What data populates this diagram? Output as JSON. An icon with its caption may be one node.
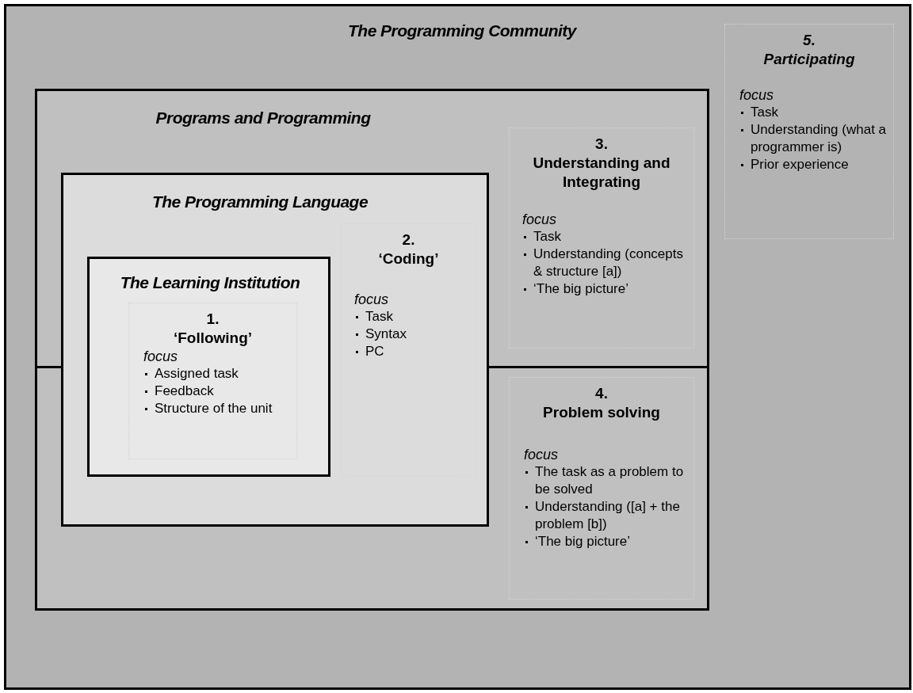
{
  "diagram": {
    "nodes": [
      {
        "text": [
          "The Programming Community"
        ]
      },
      {
        "text": [
          "Programs and Programming"
        ],
        "in": 0
      },
      {
        "text": [
          "The Programming Language"
        ],
        "in": 1
      },
      {
        "text": [
          "The Learning Institution"
        ],
        "in": 2
      },
      {
        "text": [
          "1.",
          "‘Following’",
          "focus",
          "Assigned task",
          "Feedback",
          "Structure of the unit"
        ],
        "in": 3
      },
      {
        "text": [
          "2.",
          "‘Coding’",
          "focus",
          "Task",
          "Syntax",
          "PC"
        ],
        "in": 2
      },
      {
        "text": [
          "3.",
          "Understanding and  Integrating",
          "focus",
          "Task",
          "Understanding (concepts & structure [a])",
          "‘The big picture’"
        ],
        "in": 1
      },
      {
        "text": [
          "4.",
          "Problem solving",
          "focus",
          "The task as a problem to be solved",
          "Understanding ([a] + the problem [b])",
          "‘The big picture’"
        ],
        "in": 1
      },
      {
        "text": [
          "5.",
          "Participating",
          "focus",
          "Task",
          "Understanding (what a programmer is)",
          "Prior experience"
        ],
        "in": 0
      }
    ]
  }
}
